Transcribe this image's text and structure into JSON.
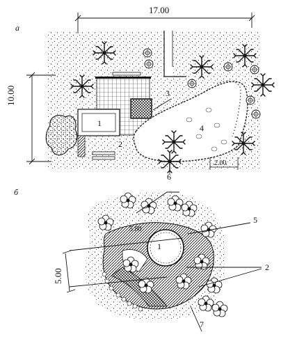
{
  "plan_a": {
    "panel_label": "а",
    "dims": {
      "width": "17.00",
      "height": "10.00",
      "path_step": "2.00"
    },
    "callouts": [
      "1",
      "2",
      "3",
      "4",
      "6"
    ]
  },
  "plan_b": {
    "panel_label": "б",
    "dims": {
      "diagonal": "5.00",
      "level": "5.80"
    },
    "callouts": [
      "1",
      "2",
      "5",
      "7"
    ]
  }
}
